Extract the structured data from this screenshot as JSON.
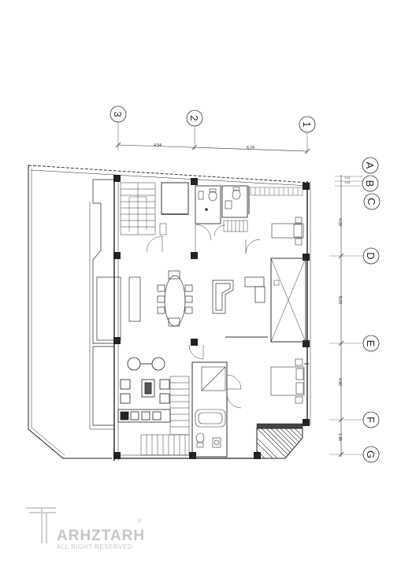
{
  "plan": {
    "grid_numbers": [
      "3",
      "2",
      "1"
    ],
    "grid_letters": [
      "A",
      "B",
      "C",
      "D",
      "E",
      "F",
      "G"
    ],
    "top_dimensions": [
      "4.54",
      "6.74"
    ],
    "side_dimensions": [
      "4.09",
      "5.03",
      "4.60",
      "1.86"
    ],
    "small_dimensions": [
      "0.12",
      "0.15"
    ]
  },
  "watermark": {
    "brand": "ARHZTARH",
    "tagline": "ALL RIGHT RESERVED",
    "registered": "®"
  }
}
